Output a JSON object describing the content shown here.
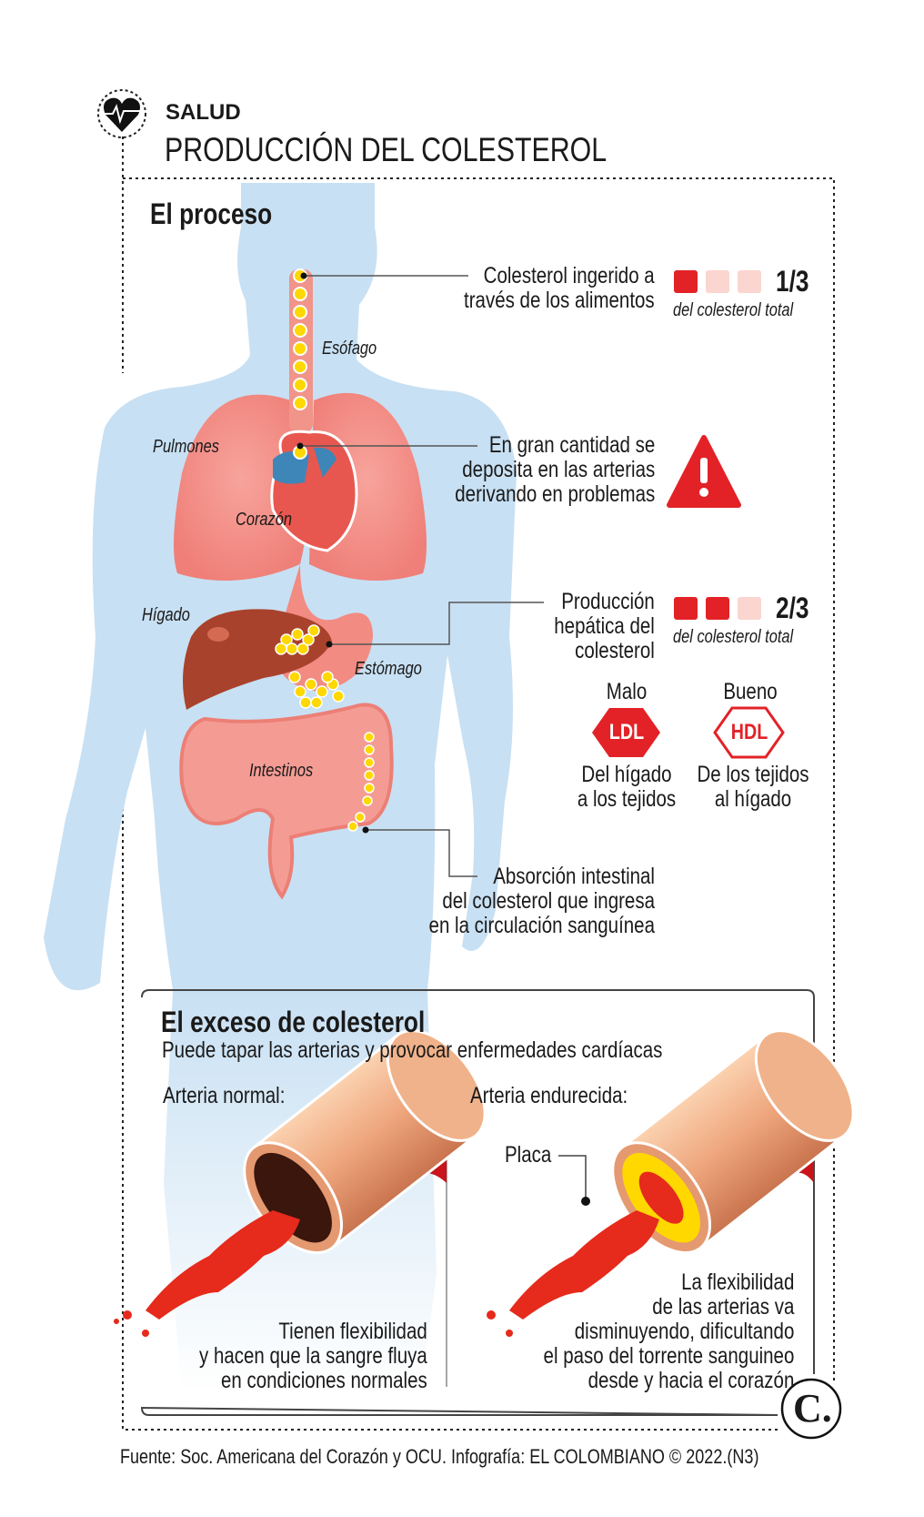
{
  "header": {
    "section": "SALUD",
    "title": "PRODUCCIÓN DEL COLESTEROL",
    "icon": "heart-pulse-icon"
  },
  "process": {
    "title": "El proceso",
    "organs": {
      "esofago": "Esófago",
      "pulmones": "Pulmones",
      "corazon": "Corazón",
      "higado": "Hígado",
      "estomago": "Estómago",
      "intestinos": "Intestinos"
    },
    "step1": {
      "lines": [
        "Colesterol ingerido a",
        "través de los alimentos"
      ],
      "fraction": "1/3",
      "fraction_value": 0.333,
      "fraction_caption": "del colesterol total"
    },
    "step2": {
      "lines": [
        "En gran cantidad se",
        "deposita en las arterias",
        "derivando en problemas"
      ],
      "icon": "warning-icon"
    },
    "step3": {
      "lines": [
        "Producción",
        "hepática del",
        "colesterol"
      ],
      "fraction": "2/3",
      "fraction_value": 0.667,
      "fraction_caption": "del colesterol total"
    },
    "ldl": {
      "label": "Malo",
      "badge": "LDL",
      "lines": [
        "Del hígado",
        "a los tejidos"
      ]
    },
    "hdl": {
      "label": "Bueno",
      "badge": "HDL",
      "lines": [
        "De los tejidos",
        "al hígado"
      ]
    },
    "step4": {
      "lines": [
        "Absorción intestinal",
        "del colesterol que ingresa",
        "en la circulación sanguínea"
      ]
    }
  },
  "excess": {
    "title": "El exceso de colesterol",
    "subtitle": "Puede tapar las arterias y provocar enfermedades cardíacas",
    "normal": {
      "label": "Arteria normal:",
      "lines": [
        "Tienen flexibilidad",
        "y hacen que la sangre fluya",
        "en condiciones normales"
      ]
    },
    "hardened": {
      "label": "Arteria endurecida:",
      "plaque": "Placa",
      "lines": [
        "La flexibilidad",
        "de las arterias va",
        "disminuyendo, dificultando",
        "el paso del torrente sanguineo",
        "desde y hacia el corazón"
      ]
    }
  },
  "footer": {
    "source": "Fuente: Soc. Americana del Corazón y OCU. Infografía: EL COLOMBIANO © 2022.(N3)",
    "logo": "C."
  },
  "colors": {
    "red": "#e32227",
    "pale_red": "#fbd5cf",
    "body_blue": "#c8e0f3",
    "plaque_yellow": "#ffd800"
  }
}
